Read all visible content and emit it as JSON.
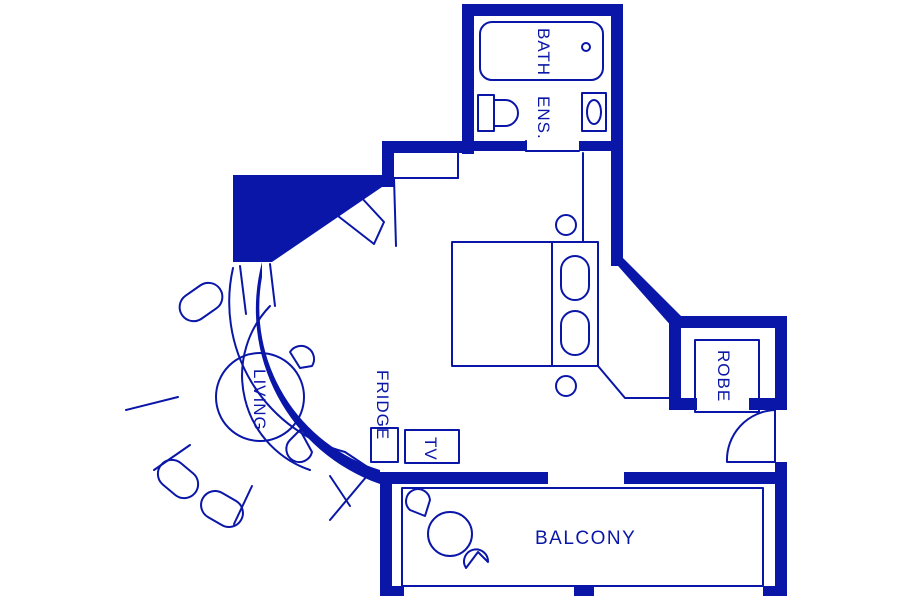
{
  "plan": {
    "wall_color": "#0a16a8",
    "background": "#ffffff",
    "rooms": {
      "bath": "BATH",
      "ensuite": "ENS.",
      "living": "LIVING",
      "fridge": "FRIDGE",
      "tv": "TV",
      "robe": "ROBE",
      "balcony": "BALCONY"
    }
  }
}
